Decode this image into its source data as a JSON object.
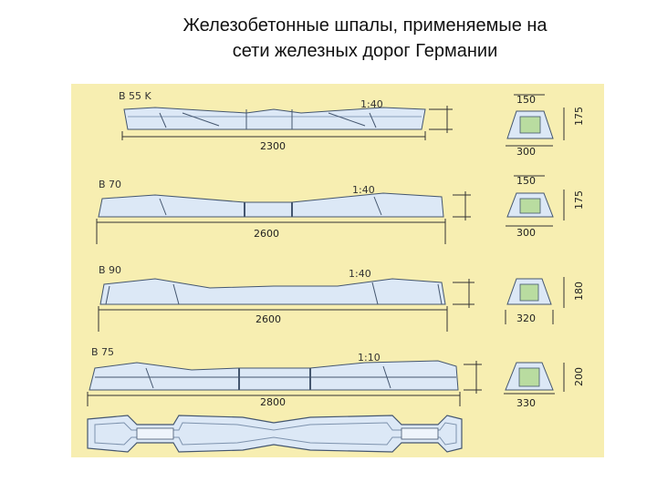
{
  "title": {
    "line1": "Железобетонные шпалы, применяемые на",
    "line2": "сети железных дорог Германии"
  },
  "colors": {
    "panel": "#f7eeb1",
    "sleeper": "#dce8f6",
    "line": "#44566f"
  },
  "sleepers": [
    {
      "name": "B 55 K",
      "slope": "1:40",
      "length": "2300",
      "top_width": "150",
      "bottom_width": "300",
      "height": "175"
    },
    {
      "name": "B 70",
      "slope": "1:40",
      "length": "2600",
      "top_width": "150",
      "bottom_width": "300",
      "height": "175"
    },
    {
      "name": "B 90",
      "slope": "1:40",
      "length": "2600",
      "bottom_width": "320",
      "height": "180"
    },
    {
      "name": "B 75",
      "slope": "1:10",
      "length": "2800",
      "bottom_width": "330",
      "height": "200"
    }
  ]
}
